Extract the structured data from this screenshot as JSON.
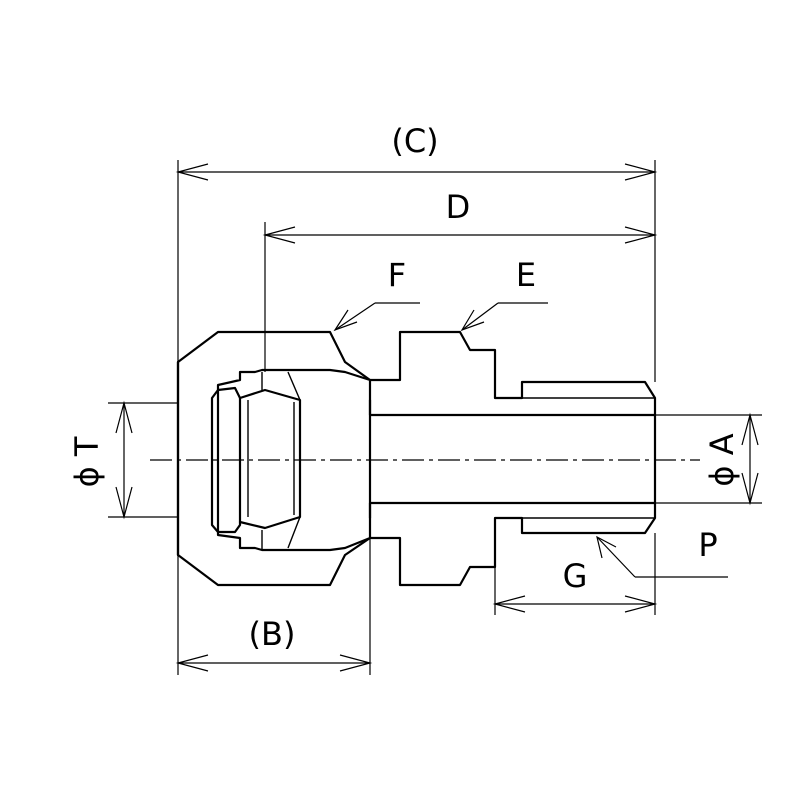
{
  "labels": {
    "C": "(C)",
    "D": "D",
    "F": "F",
    "E": "E",
    "T": "ϕ T",
    "A": "ϕ A",
    "B": "(B)",
    "G": "G",
    "P": "P"
  }
}
